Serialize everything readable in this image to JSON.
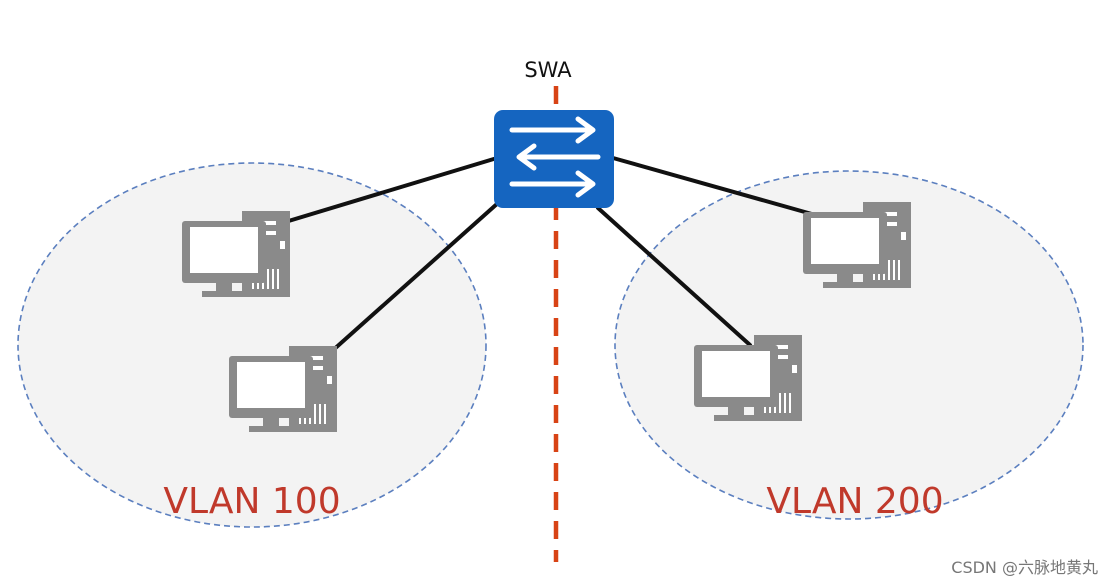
{
  "switch": {
    "label": "SWA",
    "icon": "network-switch-icon",
    "color": "#1565c0"
  },
  "vlans": [
    {
      "label": "VLAN 100"
    },
    {
      "label": "VLAN 200"
    }
  ],
  "watermark": "CSDN @六脉地黄丸",
  "colors": {
    "vlan_label": "#c0392b",
    "divider": "#d84315",
    "vlan_border": "#5b7fbf",
    "vlan_fill": "#f3f3f3",
    "pc": "#8a8a8a",
    "link": "#111111"
  }
}
